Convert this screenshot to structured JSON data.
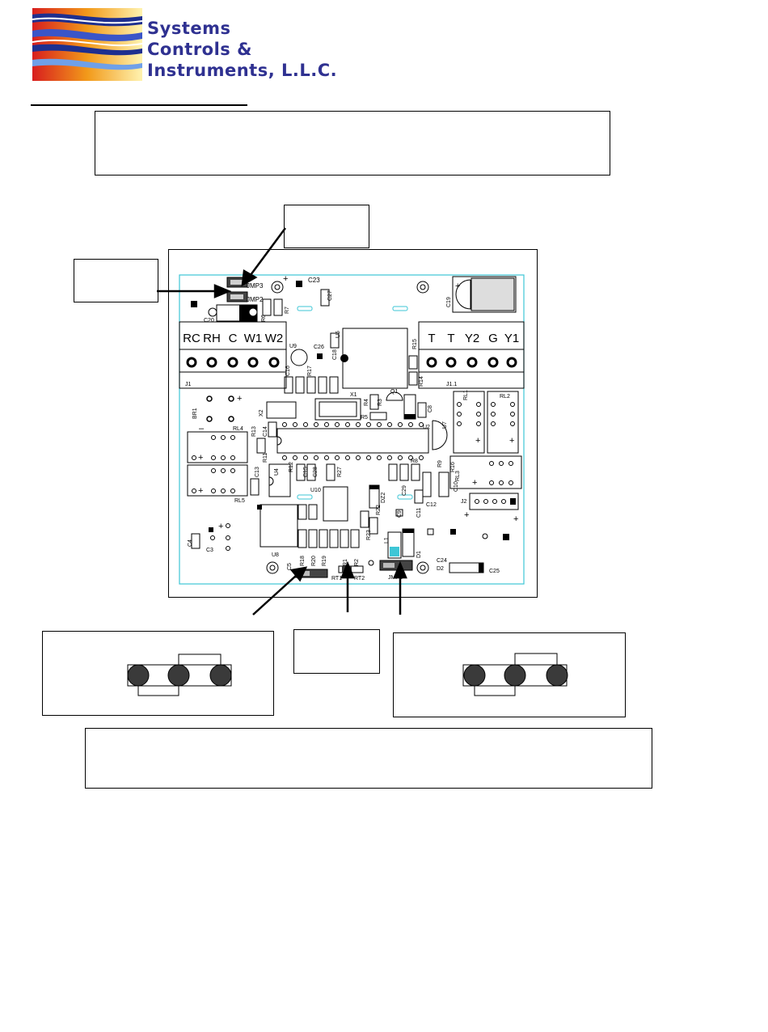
{
  "company": {
    "line1": "Systems",
    "line2": "Controls &",
    "line3": "Instruments, L.L.C."
  },
  "terminals": {
    "left": [
      "RC",
      "RH",
      "C",
      "W1",
      "W2"
    ],
    "right": [
      "T",
      "T",
      "Y2",
      "G",
      "Y1"
    ]
  },
  "board_labels": {
    "jmp3": "JMP3",
    "jmp2": "JMP2",
    "c23": "C23",
    "c27": "C27",
    "c20": "C20",
    "r7": "R7",
    "r6": "R6",
    "c19": "C19",
    "u5": "U5",
    "u9": "U9",
    "c26": "C26",
    "r15": "R15",
    "r14": "R14",
    "c18": "C18",
    "c16": "C16",
    "c17": "C17",
    "r17": "R17",
    "c7": "C7",
    "c6": "C6",
    "j1": "J1",
    "j11": "J1.1",
    "br1": "BR1",
    "x2": "X2",
    "x1": "X1",
    "r3": "R3",
    "r4": "R4",
    "q1": "Q1",
    "r5": "R5",
    "c8": "C8",
    "u2": "U2",
    "u7": "U7",
    "rl1": "RL1",
    "rl2": "RL2",
    "rl4": "RL4",
    "rl5": "RL5",
    "rl3": "RL3",
    "r13": "R13",
    "c14": "C14",
    "r11": "R11",
    "u4": "U4",
    "r12": "R12",
    "c15": "C15",
    "c28": "C28",
    "r27": "R27",
    "c13": "C13",
    "r8": "R8",
    "r9": "R9",
    "r16": "R16",
    "c10": "C10",
    "c11": "C11",
    "c29": "C29",
    "d2z": "DZ2",
    "u10": "U10",
    "c3": "C3",
    "c4": "C4",
    "c9": "C9",
    "c12": "C12",
    "j2": "J2",
    "u8": "U8",
    "r18": "R18",
    "r20": "R20",
    "r19": "R19",
    "r1": "R1",
    "r2": "R2",
    "r21": "R21",
    "r22": "R22",
    "r23": "R23",
    "l1": "L1",
    "d1": "D1",
    "c24": "C24",
    "d2": "D2",
    "c25": "C25",
    "rt1": "RT1",
    "rt2": "RT2",
    "jmp1": "JMP1",
    "plus": "+",
    "minus": "–",
    "c5": "C5"
  }
}
